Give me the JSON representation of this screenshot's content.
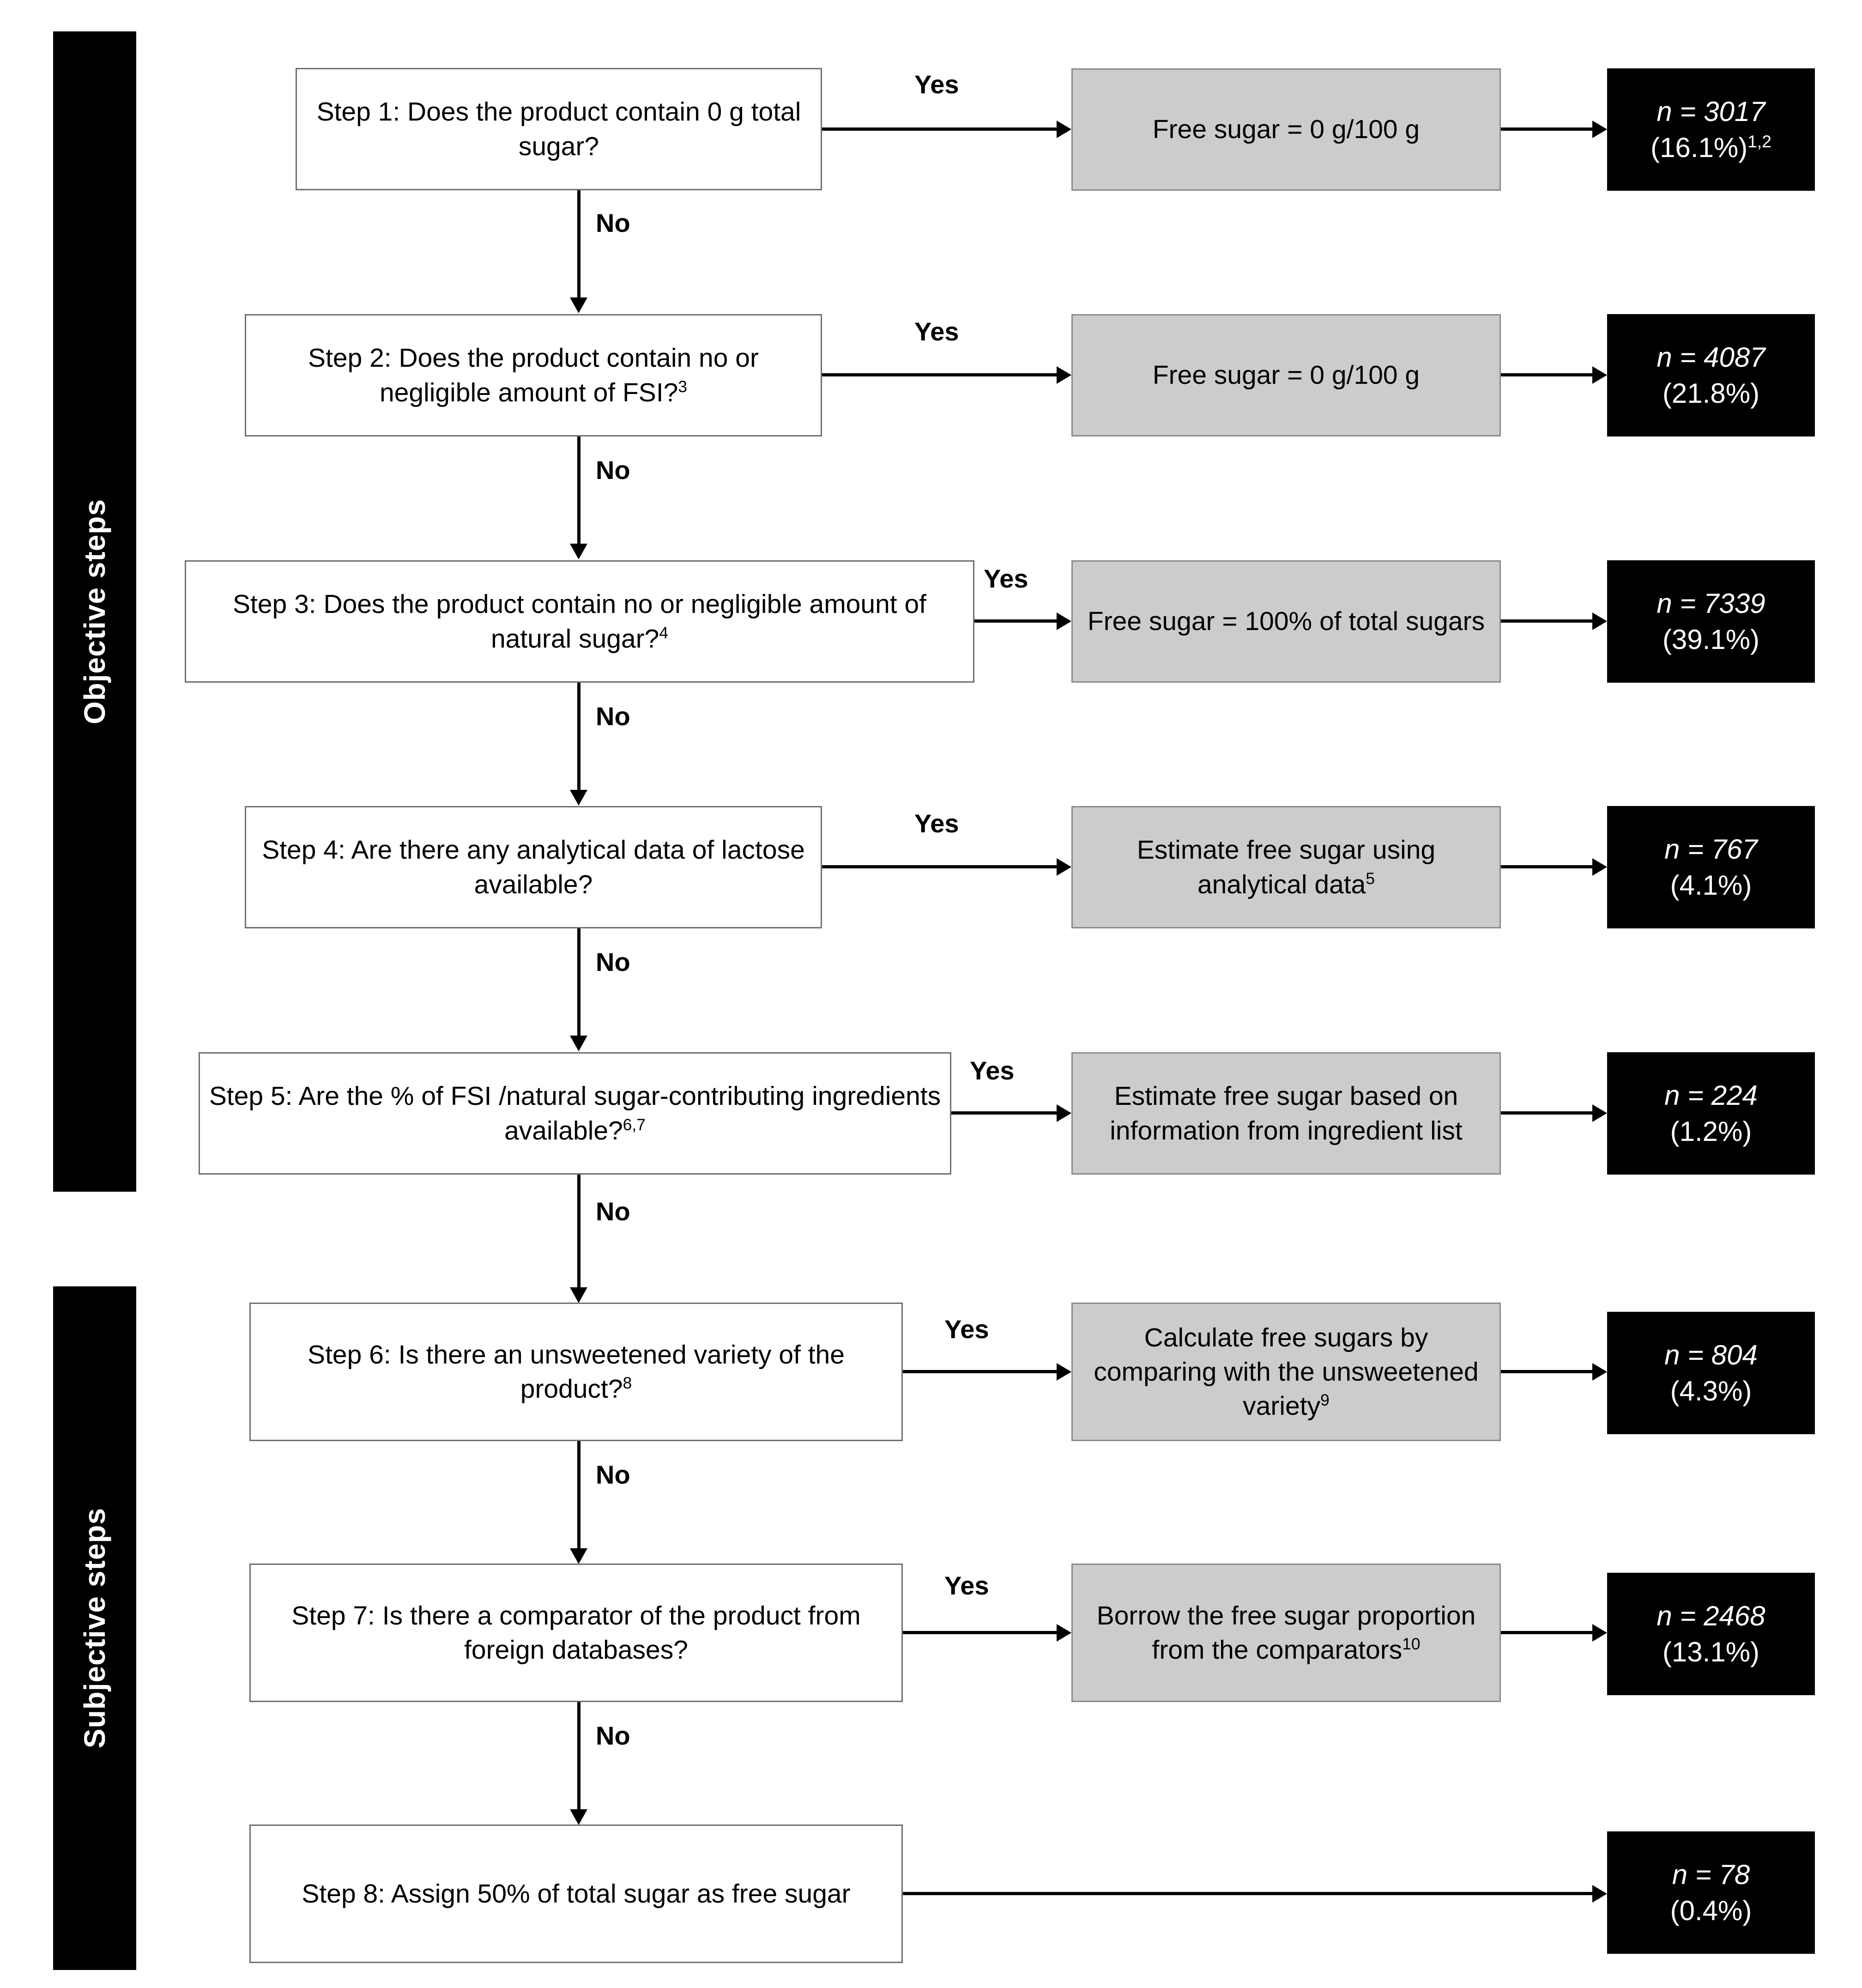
{
  "side_categories": [
    {
      "label": "Objective steps"
    },
    {
      "label": "Subjective  steps"
    }
  ],
  "edge_labels": {
    "yes": "Yes",
    "no": "No"
  },
  "rows": [
    {
      "question": "Step 1: Does the product contain 0 g total sugar?",
      "question_sup": "",
      "action": "Free sugar = 0 g/100 g",
      "action_sup": "",
      "result_n": "n = 3017",
      "result_pct": "(16.1%)",
      "result_sup": "1,2"
    },
    {
      "question": "Step 2: Does the product contain no or negligible amount of FSI?",
      "question_sup": "3",
      "action": "Free sugar = 0 g/100 g",
      "action_sup": "",
      "result_n": "n = 4087",
      "result_pct": "(21.8%)",
      "result_sup": ""
    },
    {
      "question": "Step 3: Does the product contain no or negligible amount of natural sugar?",
      "question_sup": "4",
      "action": "Free sugar = 100% of total sugars",
      "action_sup": "",
      "result_n": "n = 7339",
      "result_pct": "(39.1%)",
      "result_sup": ""
    },
    {
      "question": "Step 4: Are there any analytical data of lactose available?",
      "question_sup": "",
      "action": "Estimate free sugar using analytical data",
      "action_sup": "5",
      "result_n": "n = 767",
      "result_pct": "(4.1%)",
      "result_sup": ""
    },
    {
      "question": "Step 5: Are the % of FSI /natural sugar-contributing ingredients available?",
      "question_sup": "6,7",
      "action": "Estimate free sugar based on information from ingredient list",
      "action_sup": "",
      "result_n": "n = 224",
      "result_pct": "(1.2%)",
      "result_sup": ""
    },
    {
      "question": "Step 6: Is there an unsweetened variety of the product?",
      "question_sup": "8",
      "action": "Calculate free sugars by comparing with the unsweetened variety",
      "action_sup": "9",
      "result_n": "n = 804",
      "result_pct": "(4.3%)",
      "result_sup": ""
    },
    {
      "question": "Step 7: Is there a comparator of the product from foreign databases?",
      "question_sup": "",
      "action": "Borrow the free sugar proportion from the comparators",
      "action_sup": "10",
      "result_n": "n = 2468",
      "result_pct": "(13.1%)",
      "result_sup": ""
    },
    {
      "question": "Step 8: Assign 50% of total sugar as free sugar",
      "question_sup": "",
      "action": null,
      "action_sup": "",
      "result_n": "n = 78",
      "result_pct": "(0.4%)",
      "result_sup": ""
    }
  ],
  "colors": {
    "result_bg": "#000000",
    "action_bg": "#cccccc",
    "question_bg": "#ffffff",
    "line": "#000000"
  }
}
